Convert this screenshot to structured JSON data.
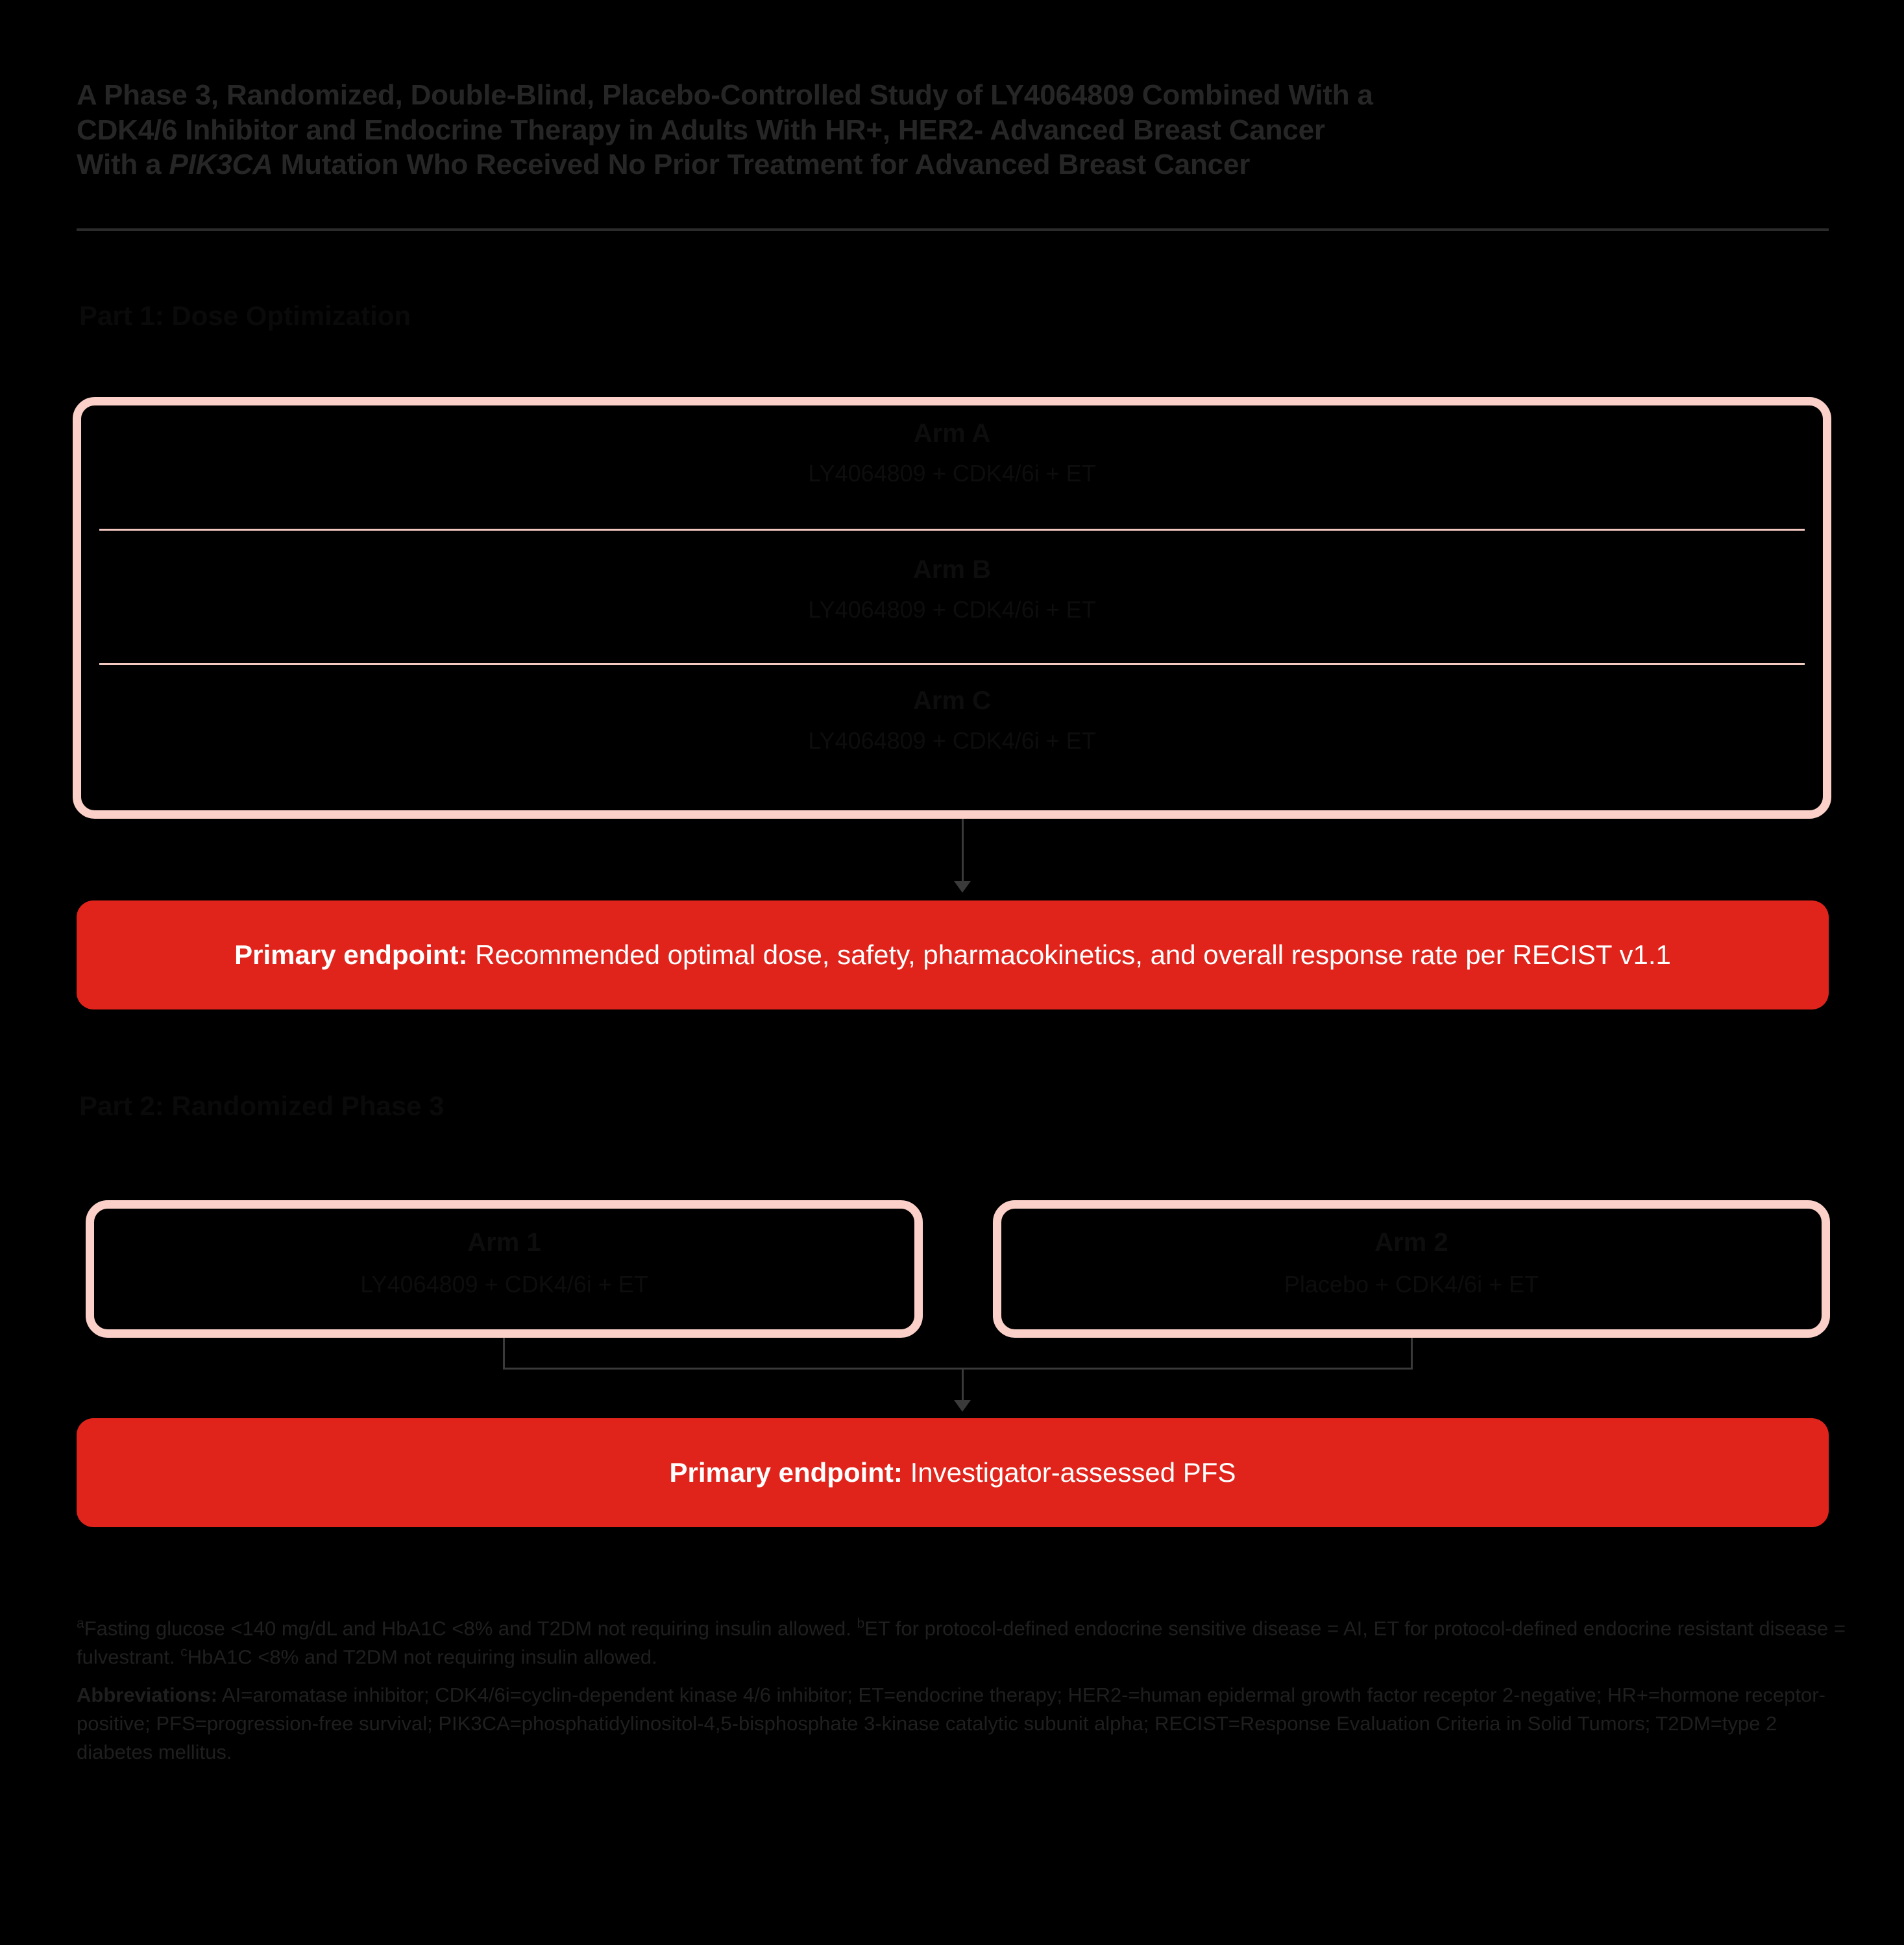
{
  "title": {
    "line1": "A Phase 3, Randomized, Double-Blind, Placebo-Controlled Study of LY4064809 Combined With a",
    "line2": "CDK4/6 Inhibitor and Endocrine Therapy in Adults With HR+, HER2- Advanced Breast Cancer",
    "line3_pre": "With a ",
    "line3_ital": "PIK3CA",
    "line3_post": " Mutation Who Received No Prior Treatment for Advanced Breast Cancer"
  },
  "sections": {
    "part1_header": "Part 1: Dose Optimization",
    "part2_header": "Part 2: Randomized Phase 3"
  },
  "top_box": {
    "arms": [
      {
        "title": "Arm A",
        "sub": "LY4064809 + CDK4/6i + ET"
      },
      {
        "title": "Arm B",
        "sub": "LY4064809 + CDK4/6i + ET"
      },
      {
        "title": "Arm C",
        "sub": "LY4064809 + CDK4/6i + ET"
      }
    ]
  },
  "lower_boxes": [
    {
      "line1": "Arm 1",
      "line2": "LY4064809 + CDK4/6i + ET"
    },
    {
      "line1": "Arm 2",
      "line2": "Placebo + CDK4/6i + ET"
    }
  ],
  "banners": [
    {
      "label": "Primary endpoint:",
      "text": " Recommended optimal dose, safety, pharmacokinetics, and overall response rate per RECIST v1.1"
    },
    {
      "label": "Primary endpoint:",
      "text": " Investigator-assessed PFS"
    }
  ],
  "footnotes": {
    "sup_a": "a",
    "fn_a": "Fasting glucose <140 mg/dL and HbA1C <8% and T2DM not requiring insulin allowed. ",
    "sup_b": "b",
    "fn_b": "ET for protocol-defined endocrine sensitive disease = AI, ET for protocol-defined endocrine resistant disease = fulvestrant. ",
    "sup_c": "c",
    "fn_c": "HbA1C <8% and T2DM not requiring insulin allowed.",
    "abbrev_label": "Abbreviations:",
    "abbrev_text": " AI=aromatase inhibitor; CDK4/6i=cyclin-dependent kinase 4/6 inhibitor; ET=endocrine therapy; HER2-=human epidermal growth factor receptor 2-negative; HR+=hormone receptor-positive; PFS=progression-free survival; PIK3CA=phosphatidylinositol-4,5-bisphosphate 3-kinase catalytic subunit alpha; RECIST=Response Evaluation Criteria in Solid Tumors; T2DM=type 2 diabetes mellitus."
  },
  "colors": {
    "background": "#000000",
    "banner_red": "#e0241b",
    "box_border_pink": "#fbd0c8",
    "title_gray": "#262626",
    "connector_gray": "#3a3a3a"
  }
}
